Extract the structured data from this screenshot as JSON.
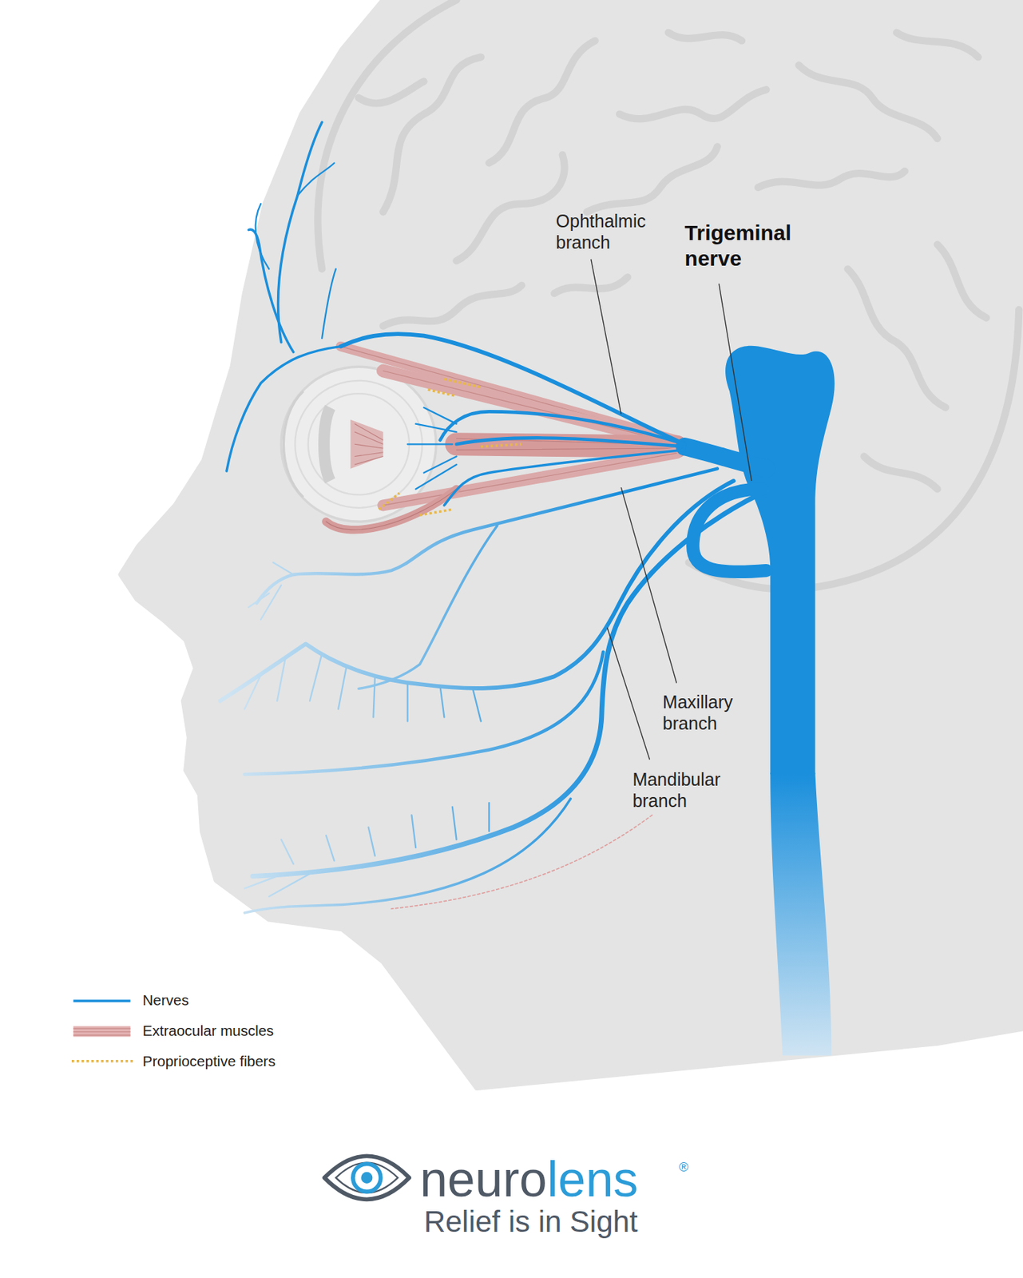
{
  "diagram": {
    "labels": [
      "Ophthalmic branch",
      "Trigeminal nerve",
      "Maxillary branch",
      "Mandibular branch",
      "neurolens",
      "®",
      "Relief is in Sight"
    ],
    "legend": [
      {
        "text": "Nerves"
      },
      {
        "text": "Extraocular muscles"
      },
      {
        "text": "Proprioceptive fibers"
      }
    ]
  }
}
